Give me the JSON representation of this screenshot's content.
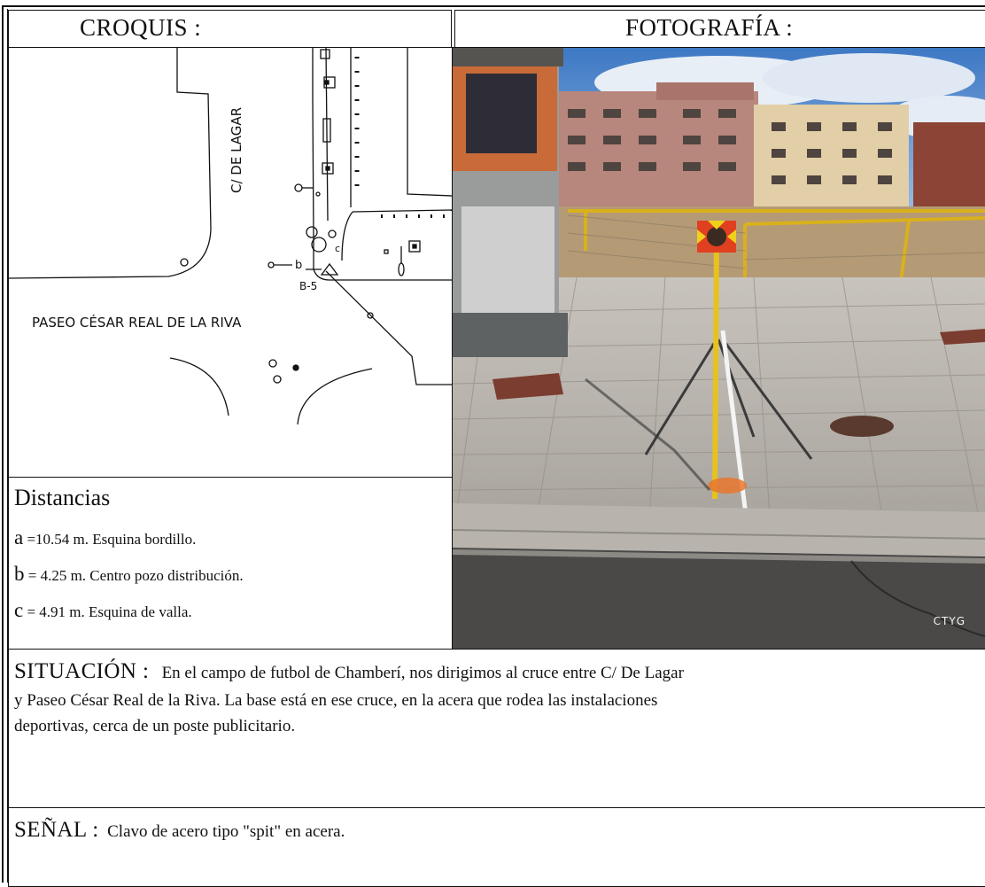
{
  "headers": {
    "croquis": "CROQUIS :",
    "fotografia": "FOTOGRAFÍA :"
  },
  "sketch": {
    "street_vertical": "C/ DE LAGAR",
    "street_horizontal": "PASEO CÉSAR REAL DE LA RIVA",
    "base_label": "B-5",
    "marker_b": "b",
    "marker_c": "c"
  },
  "distances": {
    "title": "Distancias",
    "items": [
      {
        "letter": "a",
        "text": " =10.54 m. Esquina bordillo."
      },
      {
        "letter": "b",
        "text": " = 4.25 m. Centro pozo distribución."
      },
      {
        "letter": "c",
        "text": " = 4.91 m. Esquina de valla."
      }
    ]
  },
  "photo": {
    "watermark": "CTYG"
  },
  "situacion": {
    "label": "SITUACIÓN :",
    "line1": "En el campo de futbol de Chamberí, nos dirigimos al cruce entre C/ De Lagar",
    "line2": "y Paseo César Real de la Riva. La base está en ese cruce, en la acera que rodea las instalaciones",
    "line3": "deportivas, cerca de un poste publicitario."
  },
  "senal": {
    "label": "SEÑAL :",
    "text": "Clavo de acero tipo \"spit\" en acera."
  }
}
